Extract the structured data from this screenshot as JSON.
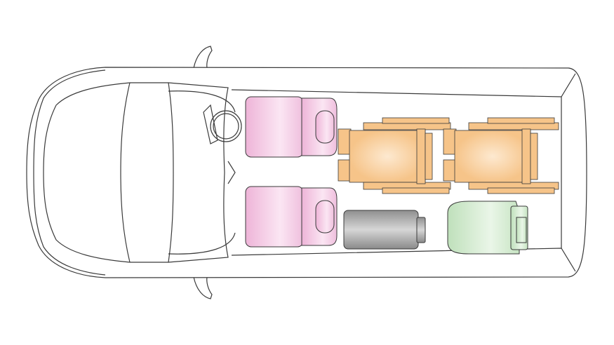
{
  "diagram": {
    "type": "vehicle-seat-layout-top-view",
    "colors": {
      "outline": "#3a3a3a",
      "front_seat": "#f2c6e2",
      "wheelchair": "#f8cf9c",
      "folded_seat": "#a9a9a9",
      "rear_seat": "#cfe8cc"
    },
    "parts": [
      "van-body",
      "driver-seat",
      "passenger-seat",
      "steering-wheel",
      "wheelchair-1",
      "wheelchair-2",
      "folded-seat",
      "rear-seat"
    ]
  }
}
